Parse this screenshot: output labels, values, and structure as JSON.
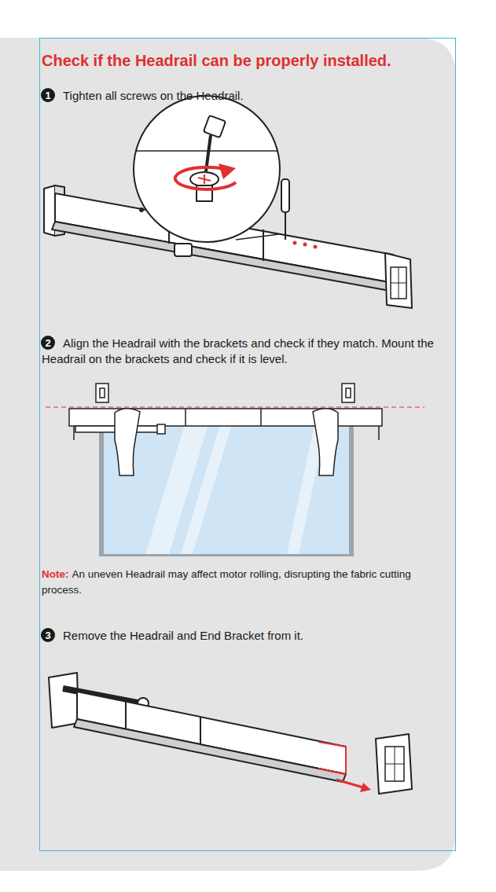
{
  "diagram": {
    "title": "Check if the Headrail can be properly installed.",
    "nodes": [
      {
        "text": [
          "1"
        ]
      },
      {
        "text": [
          "2"
        ]
      },
      {
        "text": [
          "3"
        ]
      }
    ],
    "labels": [
      "Tighten all screws on the Headrail.",
      "Align the Headrail with the brackets and check if they match. Mount the Headrail on the brackets and check if it is level.",
      "Note:",
      "An uneven Headrail may affect motor rolling, disrupting the fabric cutting process.",
      "Remove the Headrail and End Bracket from it."
    ]
  }
}
